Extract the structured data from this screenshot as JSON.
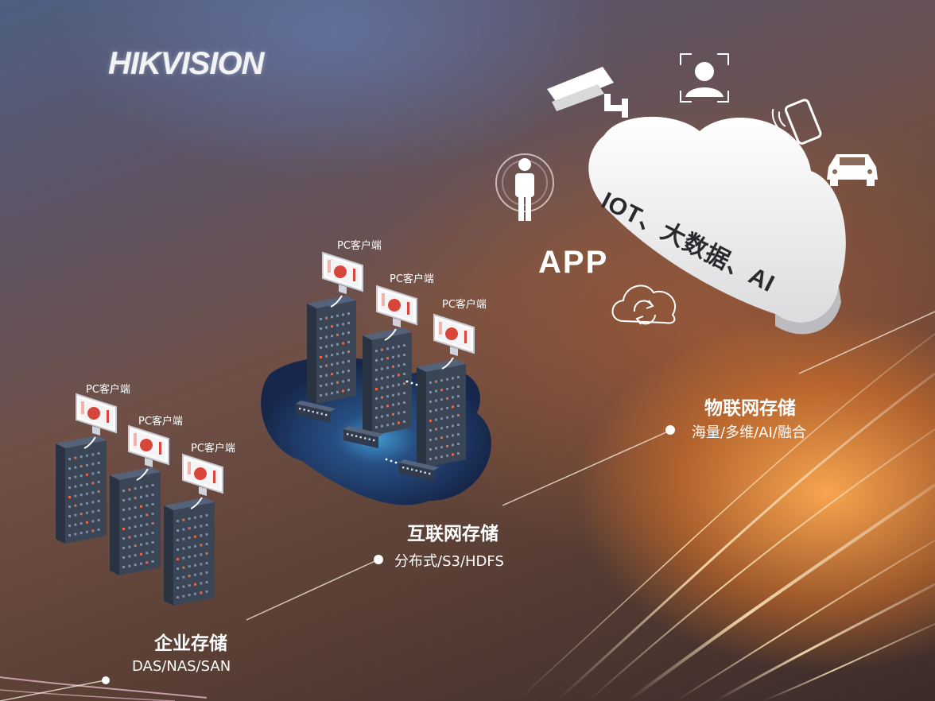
{
  "brand": {
    "logo": "HIKVISION"
  },
  "cloud": {
    "label": "IOT、大数据、AI"
  },
  "app": {
    "label": "APP"
  },
  "icons": [
    "cctv-camera-icon",
    "face-recognition-icon",
    "smartphone-icon",
    "car-icon",
    "person-target-icon",
    "cloud-sync-icon"
  ],
  "pc_client_label": "PC客户端",
  "sections": {
    "enterprise": {
      "title": "企业存储",
      "subtitle": "DAS/NAS/SAN"
    },
    "internet": {
      "title": "互联网存储",
      "subtitle": "分布式/S3/HDFS"
    },
    "iot": {
      "title": "物联网存储",
      "subtitle": "海量/多维/AI/融合"
    }
  },
  "colors": {
    "server_body": "#3a4656",
    "server_light": "#e46a4c",
    "monitor_accent": "#d8453a",
    "blue_pool": "#1c2f58"
  }
}
